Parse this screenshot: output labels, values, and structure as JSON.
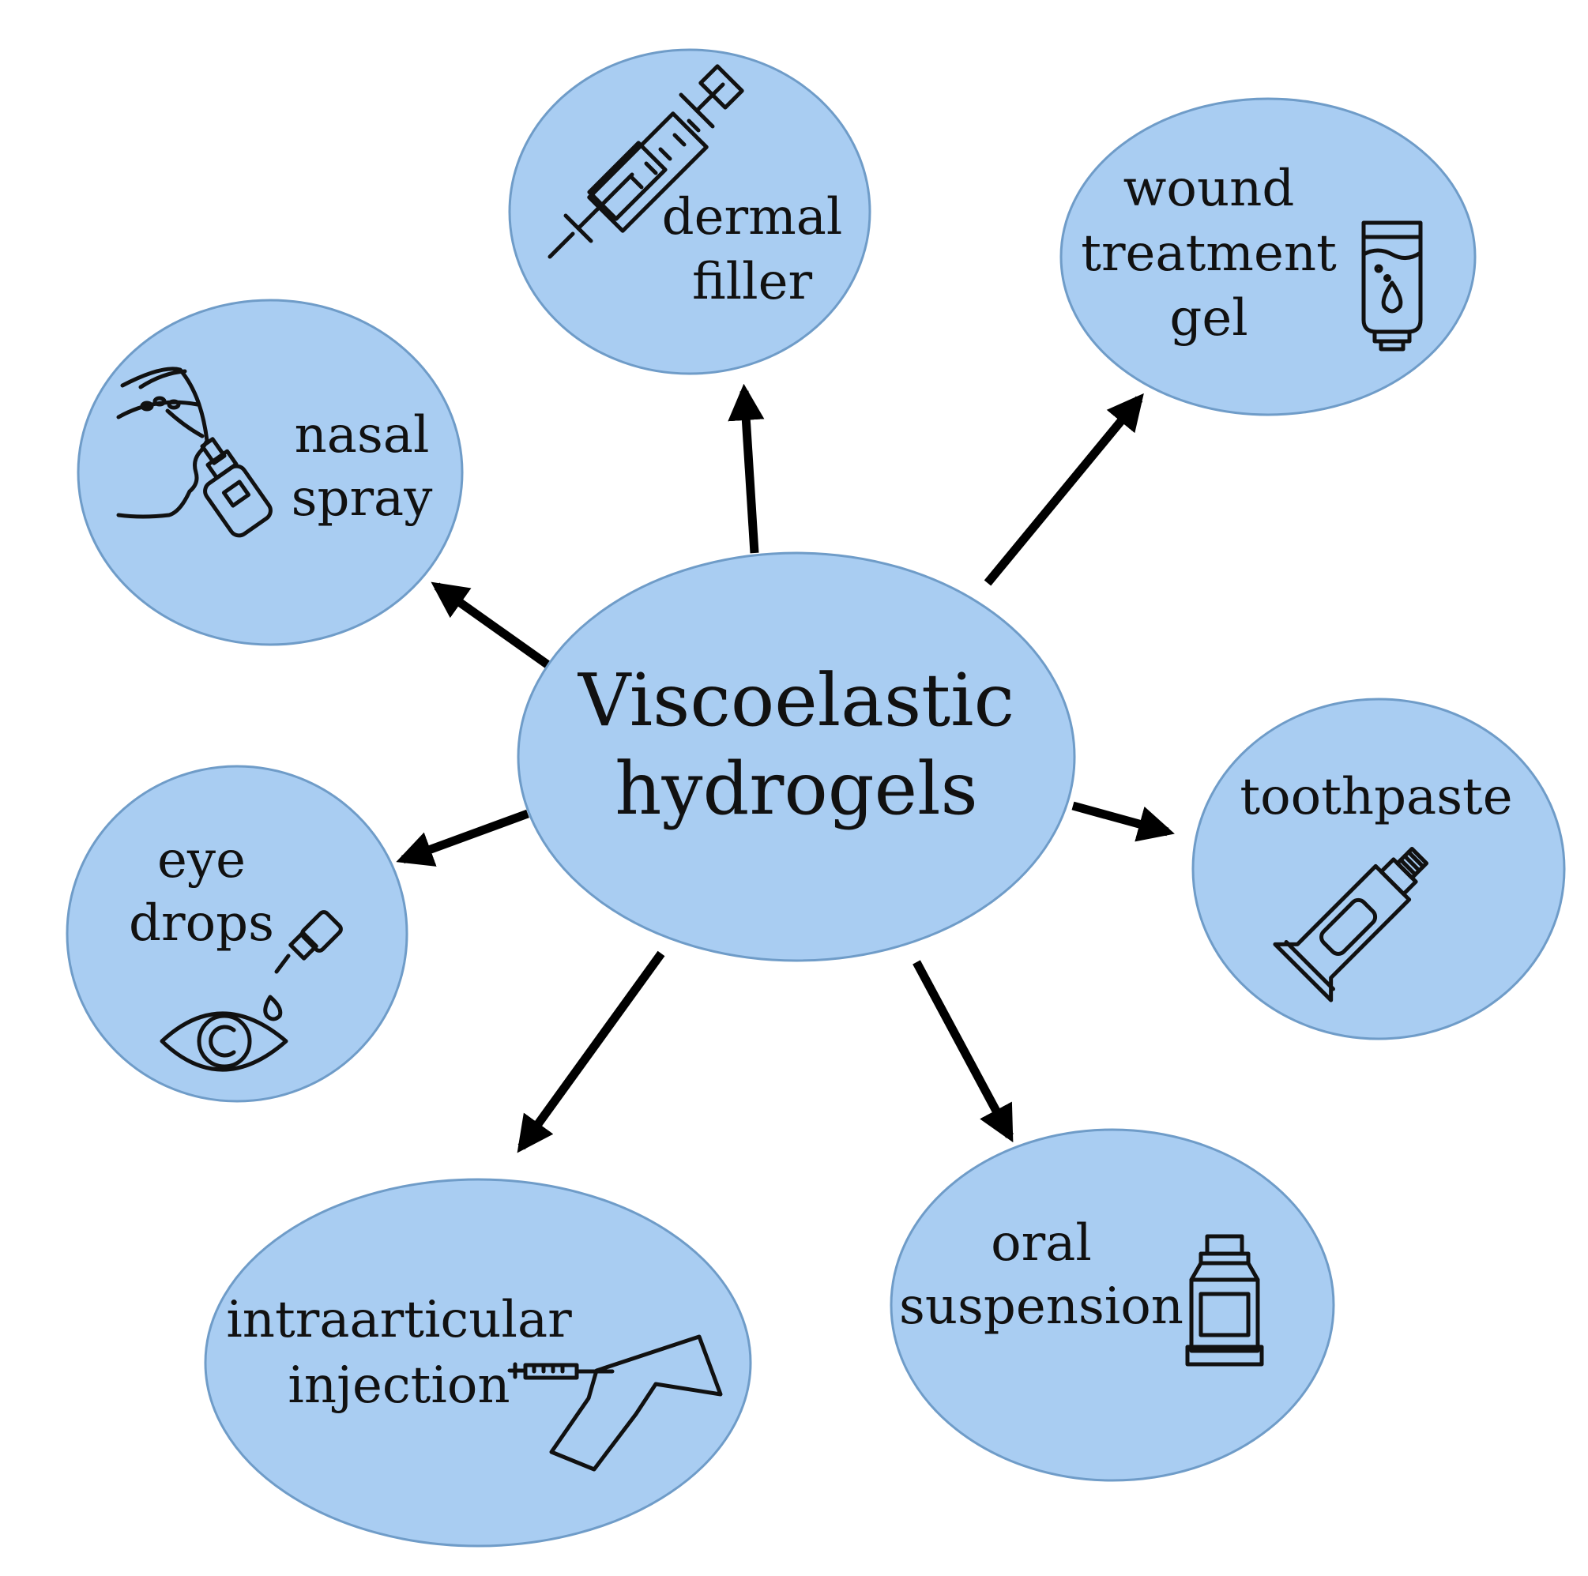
{
  "diagram": {
    "center": {
      "line1": "Viscoelastic",
      "line2": "hydrogels"
    },
    "applications": {
      "dermal_filler": {
        "line1": "dermal",
        "line2": "filler",
        "icon": "syringe-icon"
      },
      "wound_gel": {
        "line1": "wound",
        "line2": "treatment",
        "line3": "gel",
        "icon": "gel-tube-icon"
      },
      "nasal_spray": {
        "line1": "nasal",
        "line2": "spray",
        "icon": "nasal-spray-icon"
      },
      "toothpaste": {
        "line1": "toothpaste",
        "icon": "toothpaste-tube-icon"
      },
      "eye_drops": {
        "line1": "eye",
        "line2": "drops",
        "icon": "eye-dropper-icon"
      },
      "intraarticular": {
        "line1": "intraarticular",
        "line2": "injection",
        "icon": "knee-injection-icon"
      },
      "oral_suspension": {
        "line1": "oral",
        "line2": "suspension",
        "icon": "medicine-bottle-icon"
      }
    },
    "colors": {
      "node_fill": "#a9cdf2",
      "node_stroke": "#6f9cc8",
      "arrow": "#000000"
    }
  }
}
